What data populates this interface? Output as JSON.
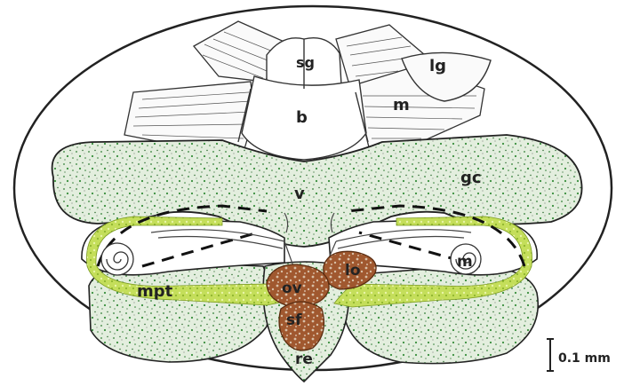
{
  "labels": {
    "sg": "sg",
    "lg": "lg",
    "b": "b",
    "m_upper": "m",
    "gc": "gc",
    "v": "v",
    "lo": "lo",
    "ov": "ov",
    "m_lower": "m",
    "mpt": "mpt",
    "sf": "sf",
    "re": "re"
  },
  "scale_bar": {
    "label": "0.1 mm"
  },
  "colors": {
    "outline": "#222222",
    "ganglion_fill": "#dfeadb",
    "ganglion_dots": "#2e7d32",
    "mpt_band": "#b8d84a",
    "ovary_fill": "#a0522d",
    "ovary_dots": "#d9c2ad"
  }
}
